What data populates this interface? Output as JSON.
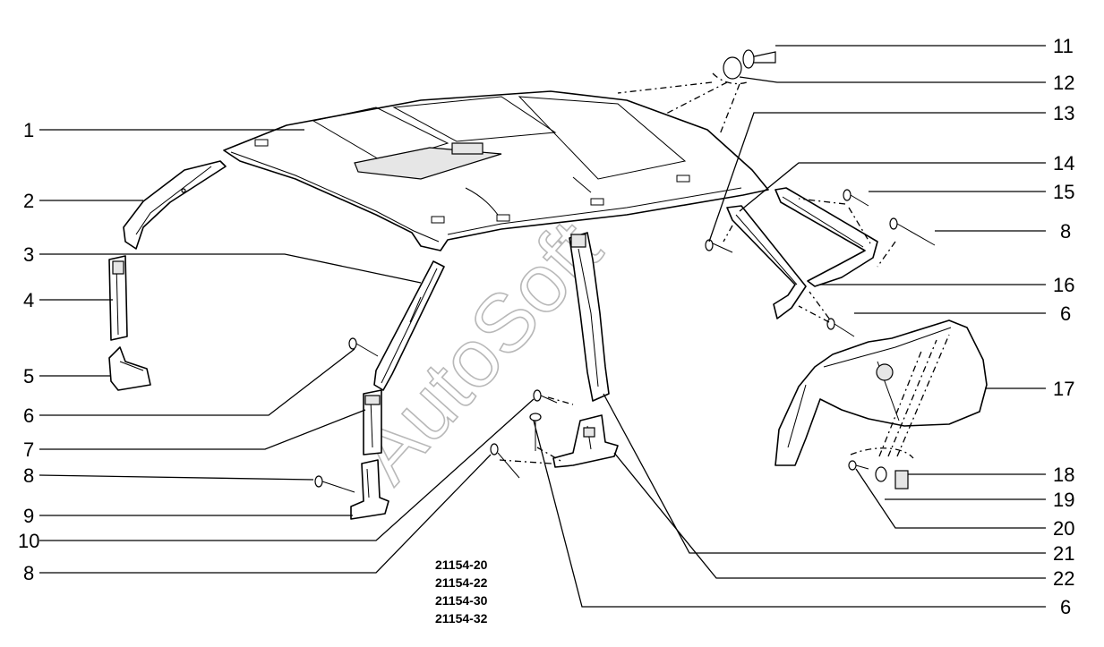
{
  "diagram": {
    "watermark": "AutoSoft",
    "codes": [
      "21154-20",
      "21154-22",
      "21154-30",
      "21154-32"
    ],
    "callouts_left": [
      "1",
      "2",
      "3",
      "4",
      "5",
      "6",
      "7",
      "8",
      "9",
      "10",
      "8"
    ],
    "callouts_right": [
      "11",
      "12",
      "13",
      "14",
      "15",
      "8",
      "16",
      "6",
      "17",
      "18",
      "19",
      "20",
      "21",
      "22",
      "6"
    ]
  }
}
